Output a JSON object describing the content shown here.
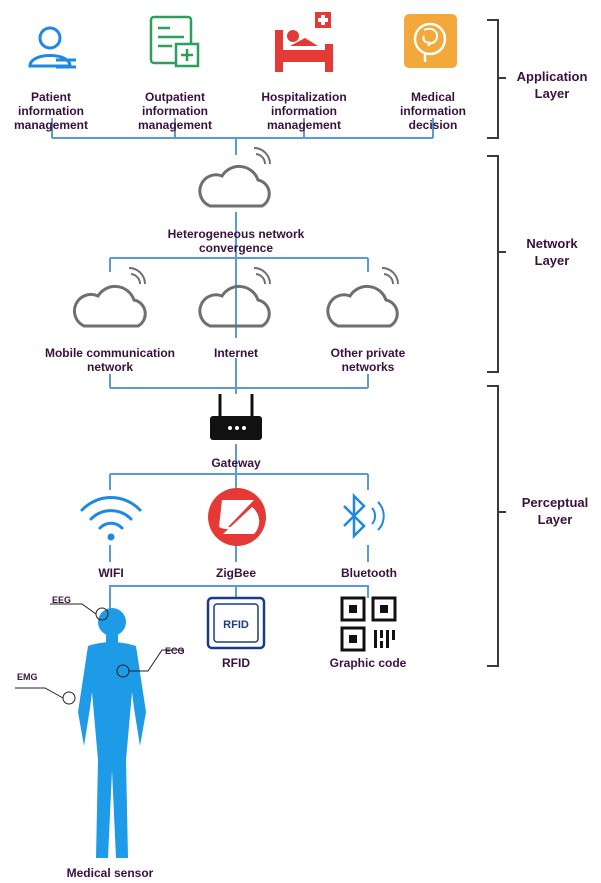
{
  "layers": {
    "application": "Application Layer",
    "network": "Network Layer",
    "perceptual": "Perceptual Layer"
  },
  "application": {
    "patient": "Patient information management",
    "outpatient": "Outpatient information management",
    "hospitalization": "Hospitalization information management",
    "medical_decision": "Medical information decision"
  },
  "network": {
    "convergence": "Heterogeneous network convergence",
    "mobile": "Mobile communication network",
    "internet": "Internet",
    "private": "Other private networks"
  },
  "perceptual": {
    "gateway": "Gateway",
    "wifi": "WIFI",
    "zigbee": "ZigBee",
    "bluetooth": "Bluetooth",
    "rfid": "RFID",
    "rfid_icon_text": "RFID",
    "graphic_code": "Graphic code"
  },
  "sensor": {
    "label": "Medical sensor",
    "eeg": "EEG",
    "ecg": "ECG",
    "emg": "EMG"
  },
  "colors": {
    "line": "#5b9bd5",
    "icon_blue": "#1e88e5",
    "body_blue": "#1e9be6",
    "icon_green": "#2e9e5b",
    "icon_red": "#e53935",
    "icon_yellow": "#f2a83a",
    "cloud_gray": "#6f6f6f",
    "text": "#3a1040"
  }
}
